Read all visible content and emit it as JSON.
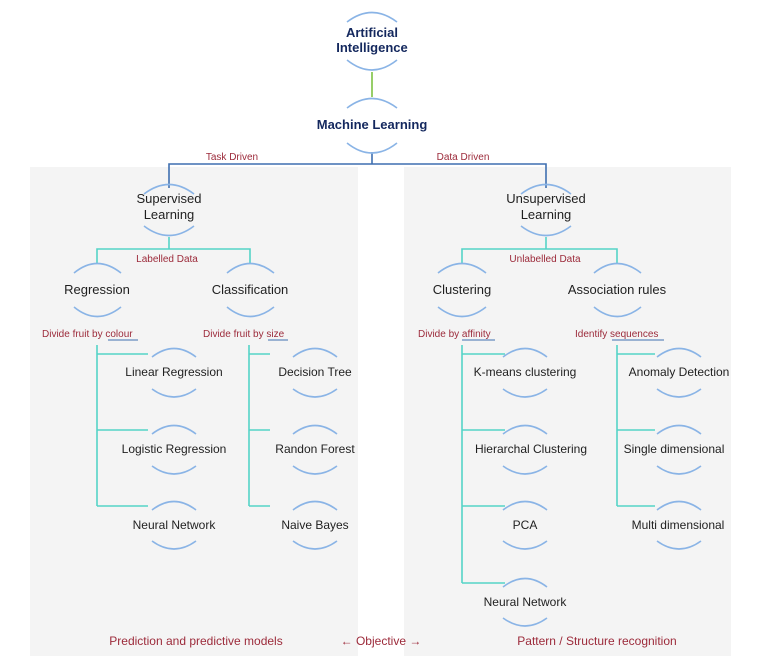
{
  "root": {
    "line1": "Artificial",
    "line2": "Intelligence"
  },
  "ml": "Machine Learning",
  "edges": {
    "task": "Task Driven",
    "data": "Data Driven"
  },
  "supervised": {
    "line1": "Supervised",
    "line2": "Learning",
    "edge_label": "Labelled Data",
    "regression": {
      "label": "Regression",
      "note_prefix": "Divide fruit by ",
      "note_key": "colour",
      "leaves": [
        "Linear Regression",
        "Logistic Regression",
        "Neural Network"
      ]
    },
    "classification": {
      "label": "Classification",
      "note_prefix": "Divide fruit by ",
      "note_key": "size",
      "leaves": [
        "Decision Tree",
        "Randon Forest",
        "Naive Bayes"
      ]
    }
  },
  "unsupervised": {
    "line1": "Unsupervised",
    "line2": "Learning",
    "edge_label": "Unlabelled Data",
    "clustering": {
      "label": "Clustering",
      "note_prefix": "Divide by ",
      "note_key": "affinity",
      "leaves": [
        "K-means clustering",
        "Hierarchal Clustering",
        "PCA",
        "Neural Network"
      ]
    },
    "association": {
      "label": "Association rules",
      "note_prefix": "Identify ",
      "note_key": "sequences",
      "leaves": [
        "Anomaly Detection",
        "Single dimensional",
        "Multi dimensional"
      ]
    }
  },
  "footer": {
    "left": "Prediction and predictive models",
    "center": "← Objective →",
    "right": "Pattern / Structure recognition"
  }
}
